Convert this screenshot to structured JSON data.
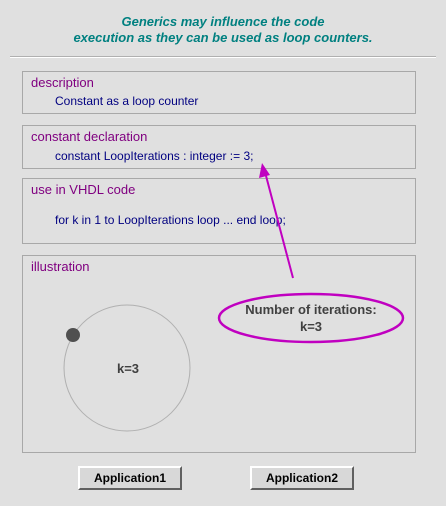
{
  "header": {
    "line1": "Generics may influence the code",
    "line2": "execution as they can be used as loop counters."
  },
  "panels": {
    "description": {
      "title": "description",
      "body": "Constant as a loop counter"
    },
    "constant": {
      "title": "constant declaration",
      "body": "constant LoopIterations : integer := 3;"
    },
    "use": {
      "title": "use in VHDL code",
      "body": "for k in 1 to LoopIterations loop ... end loop;"
    },
    "illustration": {
      "title": "illustration"
    }
  },
  "illustration": {
    "k_label": "k=3",
    "callout_line1": "Number of iterations:",
    "callout_line2": "k=3"
  },
  "buttons": {
    "app1": "Application1",
    "app2": "Application2"
  },
  "colors": {
    "header": "#008080",
    "panel_title": "#800080",
    "code_text": "#000080",
    "callout_outline": "#c000c0"
  }
}
